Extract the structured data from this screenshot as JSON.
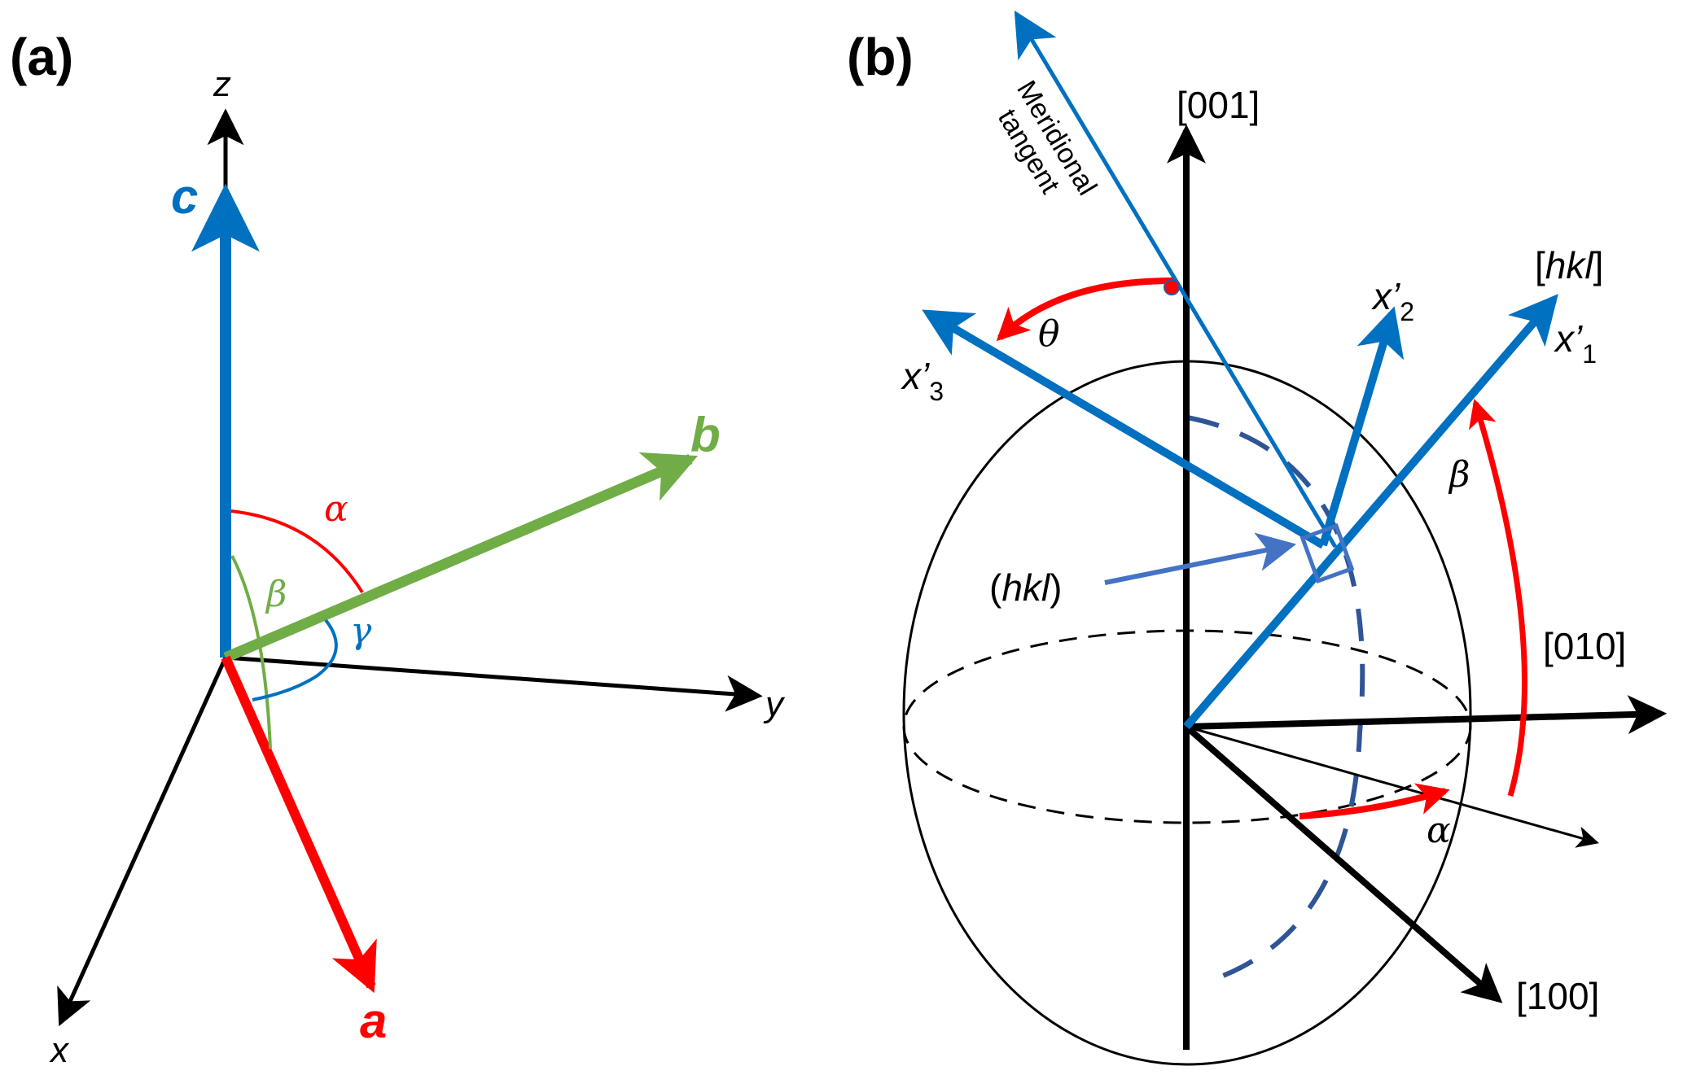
{
  "colors": {
    "black": "#000000",
    "blue": "#0070C0",
    "red": "#FF0000",
    "green": "#70AD47",
    "plane_blue": "#4472C4",
    "meridian_blue": "#2F5597"
  },
  "panel_a": {
    "label": "(a)",
    "axes": {
      "x": "x",
      "y": "y",
      "z": "z"
    },
    "vectors": {
      "a": "a",
      "b": "b",
      "c": "c"
    },
    "angles": {
      "alpha": "α",
      "beta": "β",
      "gamma": "γ"
    }
  },
  "panel_b": {
    "label": "(b)",
    "directions": {
      "d001": "[001]",
      "d010": "[010]",
      "d100": "[100]"
    },
    "hkl_direction": {
      "open": "[",
      "text": "hkl",
      "close": "]"
    },
    "hkl_plane": {
      "open": "(",
      "text": "hkl",
      "close": ")"
    },
    "meridional": {
      "line1": "Meridional",
      "line2": "tangent"
    },
    "primed_axes": [
      {
        "base": "x’",
        "sub": "1"
      },
      {
        "base": "x’",
        "sub": "2"
      },
      {
        "base": "x’",
        "sub": "3"
      }
    ],
    "angles": {
      "alpha": "α",
      "beta": "β",
      "theta": "θ"
    }
  }
}
